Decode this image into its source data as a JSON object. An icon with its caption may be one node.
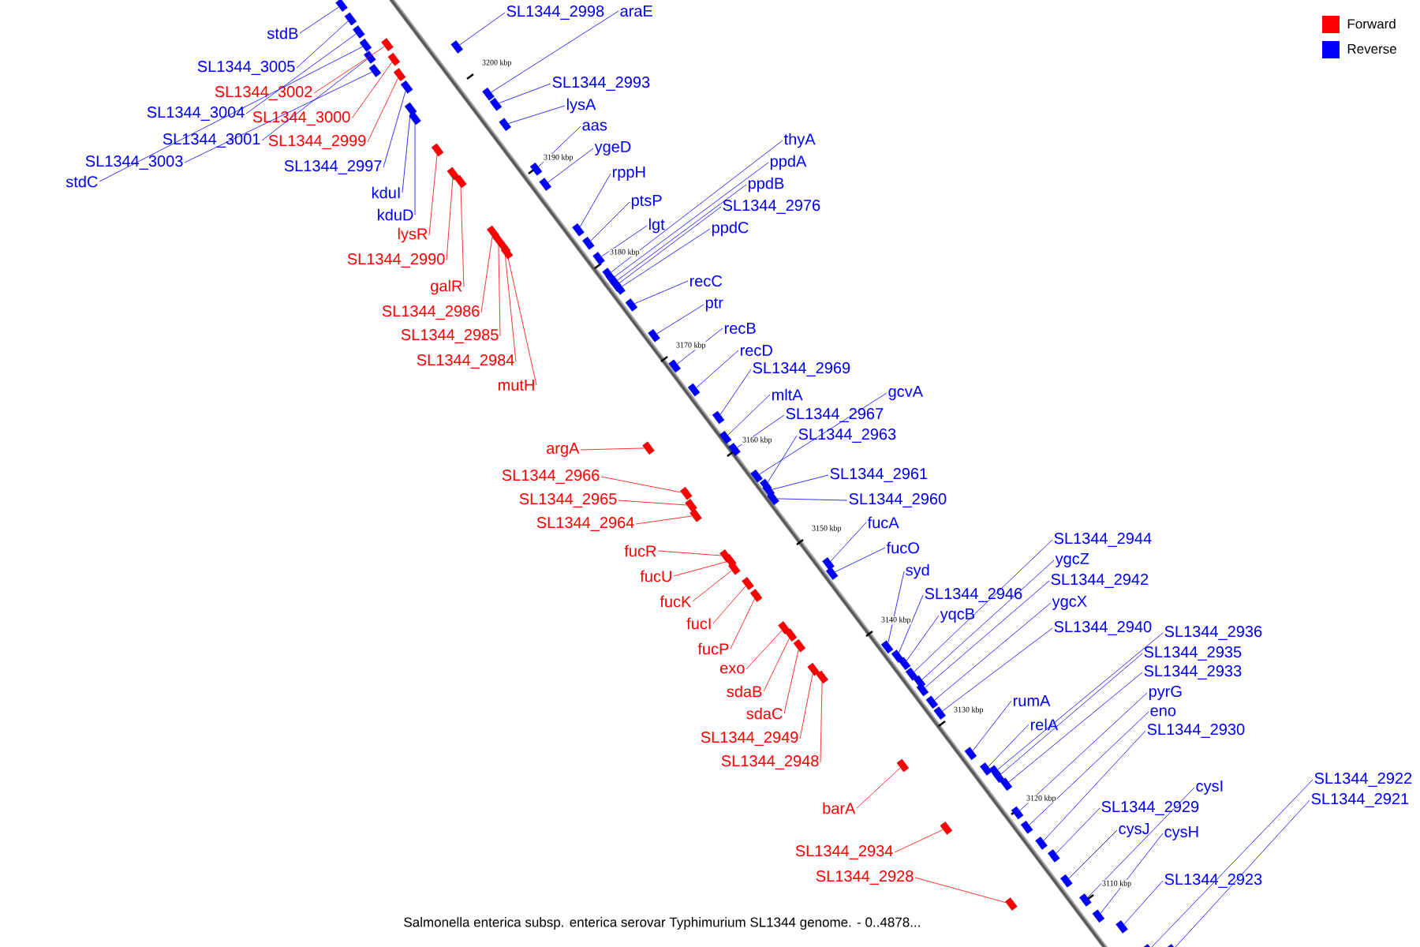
{
  "diagram": {
    "caption": "Salmonella enterica subsp. enterica serovar Typhimurium SL1344 genome. - 0..4878...",
    "nodes": [
      {
        "text": [
          "stdB"
        ]
      },
      {
        "text": [
          "SL1344_3005"
        ]
      },
      {
        "text": [
          "SL1344_3002"
        ]
      },
      {
        "text": [
          "SL1344_3004"
        ]
      },
      {
        "text": [
          "SL1344_3000"
        ]
      },
      {
        "text": [
          "SL1344_3001"
        ]
      },
      {
        "text": [
          "SL1344_2999"
        ]
      },
      {
        "text": [
          "SL1344_3003"
        ]
      },
      {
        "text": [
          "stdC"
        ]
      },
      {
        "text": [
          "SL1344_2997"
        ]
      },
      {
        "text": [
          "kduI"
        ]
      },
      {
        "text": [
          "kduD"
        ]
      },
      {
        "text": [
          "lysR"
        ]
      },
      {
        "text": [
          "SL1344_2990"
        ]
      },
      {
        "text": [
          "galR"
        ]
      },
      {
        "text": [
          "SL1344_2986"
        ]
      },
      {
        "text": [
          "SL1344_2985"
        ]
      },
      {
        "text": [
          "SL1344_2984"
        ]
      },
      {
        "text": [
          "mutH"
        ]
      },
      {
        "text": [
          "SL1344_2998"
        ]
      },
      {
        "text": [
          "araE"
        ]
      },
      {
        "text": [
          "SL1344_2993"
        ]
      },
      {
        "text": [
          "lysA"
        ]
      },
      {
        "text": [
          "aas"
        ]
      },
      {
        "text": [
          "ygeD"
        ]
      },
      {
        "text": [
          "rppH"
        ]
      },
      {
        "text": [
          "ptsP"
        ]
      },
      {
        "text": [
          "lgt"
        ]
      },
      {
        "text": [
          "thyA"
        ]
      },
      {
        "text": [
          "ppdA"
        ]
      },
      {
        "text": [
          "ppdB"
        ]
      },
      {
        "text": [
          "SL1344_2976"
        ]
      },
      {
        "text": [
          "ppdC"
        ]
      },
      {
        "text": [
          "recC"
        ]
      },
      {
        "text": [
          "ptr"
        ]
      },
      {
        "text": [
          "recB"
        ]
      },
      {
        "text": [
          "recD"
        ]
      },
      {
        "text": [
          "SL1344_2969"
        ]
      },
      {
        "text": [
          "mltA"
        ]
      },
      {
        "text": [
          "gcvA"
        ]
      },
      {
        "text": [
          "SL1344_2967"
        ]
      },
      {
        "text": [
          "SL1344_2963"
        ]
      },
      {
        "text": [
          "SL1344_2961"
        ]
      },
      {
        "text": [
          "SL1344_2960"
        ]
      },
      {
        "text": [
          "fucA"
        ]
      },
      {
        "text": [
          "fucO"
        ]
      },
      {
        "text": [
          "argA"
        ]
      },
      {
        "text": [
          "SL1344_2966"
        ]
      },
      {
        "text": [
          "SL1344_2965"
        ]
      },
      {
        "text": [
          "SL1344_2964"
        ]
      },
      {
        "text": [
          "fucR"
        ]
      },
      {
        "text": [
          "fucU"
        ]
      },
      {
        "text": [
          "fucK"
        ]
      },
      {
        "text": [
          "fucI"
        ]
      },
      {
        "text": [
          "fucP"
        ]
      },
      {
        "text": [
          "exo"
        ]
      },
      {
        "text": [
          "sdaB"
        ]
      },
      {
        "text": [
          "sdaC"
        ]
      },
      {
        "text": [
          "SL1344_2949"
        ]
      },
      {
        "text": [
          "SL1344_2948"
        ]
      },
      {
        "text": [
          "syd"
        ]
      },
      {
        "text": [
          "SL1344_2946"
        ]
      },
      {
        "text": [
          "yqcB"
        ]
      },
      {
        "text": [
          "SL1344_2944"
        ]
      },
      {
        "text": [
          "ygcZ"
        ]
      },
      {
        "text": [
          "SL1344_2942"
        ]
      },
      {
        "text": [
          "ygcX"
        ]
      },
      {
        "text": [
          "SL1344_2940"
        ]
      },
      {
        "text": [
          "rumA"
        ]
      },
      {
        "text": [
          "relA"
        ]
      },
      {
        "text": [
          "SL1344_2936"
        ]
      },
      {
        "text": [
          "SL1344_2935"
        ]
      },
      {
        "text": [
          "SL1344_2933"
        ]
      },
      {
        "text": [
          "pyrG"
        ]
      },
      {
        "text": [
          "eno"
        ]
      },
      {
        "text": [
          "SL1344_2930"
        ]
      },
      {
        "text": [
          "barA"
        ]
      },
      {
        "text": [
          "SL1344_2934"
        ]
      },
      {
        "text": [
          "SL1344_2928"
        ]
      },
      {
        "text": [
          "SL1344_2929"
        ]
      },
      {
        "text": [
          "cysI"
        ]
      },
      {
        "text": [
          "cysJ"
        ]
      },
      {
        "text": [
          "cysH"
        ]
      },
      {
        "text": [
          "SL1344_2923"
        ]
      },
      {
        "text": [
          "SL1344_2922"
        ]
      },
      {
        "text": [
          "SL1344_2921"
        ]
      },
      {
        "text": [],
        "shape": "box"
      },
      {
        "text": [],
        "shape": "box"
      },
      {
        "text": [],
        "shape": "box"
      },
      {
        "text": [],
        "shape": "box"
      },
      {
        "text": [],
        "shape": "box"
      },
      {
        "text": [],
        "shape": "box"
      },
      {
        "text": [],
        "shape": "box"
      },
      {
        "text": [],
        "shape": "box"
      },
      {
        "text": [],
        "shape": "box"
      },
      {
        "text": [],
        "shape": "box"
      },
      {
        "text": [],
        "shape": "box"
      },
      {
        "text": [],
        "shape": "box"
      },
      {
        "text": [],
        "shape": "box"
      },
      {
        "text": [],
        "shape": "box"
      },
      {
        "text": [],
        "shape": "box"
      },
      {
        "text": [],
        "shape": "box"
      },
      {
        "text": [],
        "shape": "box"
      },
      {
        "text": [],
        "shape": "box"
      },
      {
        "text": [],
        "shape": "box"
      },
      {
        "text": [],
        "shape": "box"
      },
      {
        "text": [],
        "shape": "box"
      },
      {
        "text": [],
        "shape": "box"
      },
      {
        "text": [],
        "shape": "box"
      },
      {
        "text": [],
        "shape": "box"
      },
      {
        "text": [],
        "shape": "box"
      },
      {
        "text": [],
        "shape": "box"
      },
      {
        "text": [],
        "shape": "box"
      },
      {
        "text": [],
        "shape": "box"
      },
      {
        "text": [],
        "shape": "box"
      },
      {
        "text": [],
        "shape": "box"
      },
      {
        "text": [],
        "shape": "box"
      },
      {
        "text": [],
        "shape": "box"
      },
      {
        "text": [],
        "shape": "box"
      },
      {
        "text": [],
        "shape": "box"
      },
      {
        "text": [],
        "shape": "box"
      },
      {
        "text": [],
        "shape": "box"
      },
      {
        "text": [],
        "shape": "box"
      },
      {
        "text": [],
        "shape": "box"
      },
      {
        "text": [],
        "shape": "box"
      },
      {
        "text": [],
        "shape": "box"
      },
      {
        "text": [],
        "shape": "box"
      },
      {
        "text": [],
        "shape": "box"
      },
      {
        "text": [],
        "shape": "box"
      },
      {
        "text": [],
        "shape": "box"
      },
      {
        "text": [],
        "shape": "box"
      },
      {
        "text": [],
        "shape": "box"
      },
      {
        "text": [],
        "shape": "box"
      },
      {
        "text": [],
        "shape": "box"
      },
      {
        "text": [],
        "shape": "box"
      },
      {
        "text": [],
        "shape": "box"
      },
      {
        "text": [],
        "shape": "box"
      },
      {
        "text": [],
        "shape": "box"
      },
      {
        "text": [],
        "shape": "box"
      },
      {
        "text": [],
        "shape": "box"
      },
      {
        "text": [],
        "shape": "box"
      },
      {
        "text": [],
        "shape": "box"
      },
      {
        "text": [],
        "shape": "box"
      },
      {
        "text": [],
        "shape": "box"
      },
      {
        "text": [],
        "shape": "box"
      },
      {
        "text": [],
        "shape": "box"
      },
      {
        "text": [],
        "shape": "box"
      },
      {
        "text": [],
        "shape": "box"
      },
      {
        "text": [],
        "shape": "box"
      },
      {
        "text": [],
        "shape": "box"
      },
      {
        "text": [],
        "shape": "box"
      },
      {
        "text": [],
        "shape": "box"
      },
      {
        "text": [],
        "shape": "box"
      },
      {
        "text": [],
        "shape": "box"
      },
      {
        "text": [],
        "shape": "box"
      },
      {
        "text": [],
        "shape": "box"
      },
      {
        "text": [],
        "shape": "box"
      },
      {
        "text": [],
        "shape": "box"
      },
      {
        "text": [],
        "shape": "box"
      },
      {
        "text": [],
        "shape": "box"
      },
      {
        "text": [],
        "shape": "box"
      },
      {
        "text": [],
        "shape": "box"
      },
      {
        "text": [],
        "shape": "box"
      },
      {
        "text": [],
        "shape": "box"
      },
      {
        "text": [],
        "shape": "box"
      },
      {
        "text": [],
        "shape": "box"
      },
      {
        "text": [],
        "shape": "box"
      },
      {
        "text": [],
        "shape": "box"
      },
      {
        "text": [],
        "shape": "box"
      },
      {
        "text": [],
        "shape": "box"
      },
      {
        "text": [],
        "shape": "box"
      },
      {
        "text": [],
        "shape": "box"
      }
    ],
    "edges": [
      {
        "from": 0,
        "to": 86,
        "arrow": "none"
      },
      {
        "from": 1,
        "to": 87,
        "arrow": "none"
      },
      {
        "from": 2,
        "to": 88,
        "arrow": "none",
        "color": "#ff0000"
      },
      {
        "from": 3,
        "to": 89,
        "arrow": "none"
      },
      {
        "from": 4,
        "to": 90,
        "arrow": "none",
        "color": "#ff0000"
      },
      {
        "from": 5,
        "to": 91,
        "arrow": "none"
      },
      {
        "from": 6,
        "to": 92,
        "arrow": "none",
        "color": "#ff0000"
      },
      {
        "from": 7,
        "to": 93,
        "arrow": "none"
      },
      {
        "from": 8,
        "to": 94,
        "arrow": "none"
      },
      {
        "from": 9,
        "to": 95,
        "arrow": "none"
      },
      {
        "from": 10,
        "to": 96,
        "arrow": "none"
      },
      {
        "from": 11,
        "to": 97,
        "arrow": "none"
      },
      {
        "from": 12,
        "to": 98,
        "arrow": "none",
        "color": "#ff0000"
      },
      {
        "from": 13,
        "to": 99,
        "arrow": "none",
        "color": "#ff0000"
      },
      {
        "from": 14,
        "to": 100,
        "arrow": "none",
        "color": "#ff0000"
      },
      {
        "from": 15,
        "to": 101,
        "arrow": "none",
        "color": "#ff0000"
      },
      {
        "from": 16,
        "to": 102,
        "arrow": "none",
        "color": "#ff0000"
      },
      {
        "from": 17,
        "to": 103,
        "arrow": "none",
        "color": "#ff0000"
      },
      {
        "from": 18,
        "to": 104,
        "arrow": "none",
        "color": "#ff0000"
      },
      {
        "from": 19,
        "to": 105,
        "arrow": "none"
      },
      {
        "from": 20,
        "to": 106,
        "arrow": "none"
      },
      {
        "from": 21,
        "to": 107,
        "arrow": "none"
      },
      {
        "from": 22,
        "to": 108,
        "arrow": "none"
      },
      {
        "from": 23,
        "to": 109,
        "arrow": "none"
      },
      {
        "from": 24,
        "to": 110,
        "arrow": "none"
      },
      {
        "from": 25,
        "to": 111,
        "arrow": "none"
      },
      {
        "from": 26,
        "to": 112,
        "arrow": "none"
      },
      {
        "from": 27,
        "to": 113,
        "arrow": "none"
      },
      {
        "from": 28,
        "to": 114,
        "arrow": "none"
      },
      {
        "from": 29,
        "to": 115,
        "arrow": "none"
      },
      {
        "from": 30,
        "to": 116,
        "arrow": "none"
      },
      {
        "from": 31,
        "to": 117,
        "arrow": "none"
      },
      {
        "from": 32,
        "to": 118,
        "arrow": "none"
      },
      {
        "from": 33,
        "to": 119,
        "arrow": "none"
      },
      {
        "from": 34,
        "to": 120,
        "arrow": "none"
      },
      {
        "from": 35,
        "to": 121,
        "arrow": "none"
      },
      {
        "from": 36,
        "to": 122,
        "arrow": "none"
      },
      {
        "from": 37,
        "to": 123,
        "arrow": "none"
      },
      {
        "from": 38,
        "to": 124,
        "arrow": "none"
      },
      {
        "from": 39,
        "to": 125,
        "arrow": "none"
      },
      {
        "from": 40,
        "to": 126,
        "arrow": "none"
      },
      {
        "from": 41,
        "to": 127,
        "arrow": "none"
      },
      {
        "from": 42,
        "to": 128,
        "arrow": "none"
      },
      {
        "from": 43,
        "to": 129,
        "arrow": "none"
      },
      {
        "from": 44,
        "to": 130,
        "arrow": "none"
      },
      {
        "from": 45,
        "to": 131,
        "arrow": "none"
      },
      {
        "from": 46,
        "to": 132,
        "arrow": "none",
        "color": "#ff0000"
      },
      {
        "from": 47,
        "to": 133,
        "arrow": "none",
        "color": "#ff0000"
      },
      {
        "from": 48,
        "to": 134,
        "arrow": "none",
        "color": "#ff0000"
      },
      {
        "from": 49,
        "to": 135,
        "arrow": "none",
        "color": "#ff0000"
      },
      {
        "from": 50,
        "to": 136,
        "arrow": "none",
        "color": "#ff0000"
      },
      {
        "from": 51,
        "to": 137,
        "arrow": "none",
        "color": "#ff0000"
      },
      {
        "from": 52,
        "to": 138,
        "arrow": "none",
        "color": "#ff0000"
      },
      {
        "from": 53,
        "to": 139,
        "arrow": "none",
        "color": "#ff0000"
      },
      {
        "from": 54,
        "to": 140,
        "arrow": "none",
        "color": "#ff0000"
      },
      {
        "from": 55,
        "to": 141,
        "arrow": "none",
        "color": "#ff0000"
      },
      {
        "from": 56,
        "to": 142,
        "arrow": "none",
        "color": "#ff0000"
      },
      {
        "from": 57,
        "to": 143,
        "arrow": "none",
        "color": "#ff0000"
      },
      {
        "from": 58,
        "to": 144,
        "arrow": "none",
        "color": "#ff0000"
      },
      {
        "from": 59,
        "to": 145,
        "arrow": "none",
        "color": "#ff0000"
      },
      {
        "from": 60,
        "to": 146,
        "arrow": "none"
      },
      {
        "from": 61,
        "to": 147,
        "arrow": "none"
      },
      {
        "from": 62,
        "to": 148,
        "arrow": "none"
      },
      {
        "from": 63,
        "to": 149,
        "arrow": "none"
      },
      {
        "from": 64,
        "to": 150,
        "arrow": "none"
      },
      {
        "from": 65,
        "to": 151,
        "arrow": "none"
      },
      {
        "from": 66,
        "to": 152,
        "arrow": "none"
      },
      {
        "from": 67,
        "to": 153,
        "arrow": "none"
      },
      {
        "from": 68,
        "to": 154,
        "arrow": "none"
      },
      {
        "from": 69,
        "to": 155,
        "arrow": "none"
      },
      {
        "from": 70,
        "to": 156,
        "arrow": "none"
      },
      {
        "from": 71,
        "to": 157,
        "arrow": "none"
      },
      {
        "from": 72,
        "to": 158,
        "arrow": "none"
      },
      {
        "from": 73,
        "to": 159,
        "arrow": "none"
      },
      {
        "from": 74,
        "to": 160,
        "arrow": "none"
      },
      {
        "from": 75,
        "to": 161,
        "arrow": "none"
      },
      {
        "from": 76,
        "to": 162,
        "arrow": "none",
        "color": "#ff0000"
      },
      {
        "from": 77,
        "to": 163,
        "arrow": "none",
        "color": "#ff0000"
      },
      {
        "from": 78,
        "to": 164,
        "arrow": "none",
        "color": "#ff0000"
      },
      {
        "from": 79,
        "to": 165,
        "arrow": "none"
      },
      {
        "from": 80,
        "to": 166,
        "arrow": "none"
      },
      {
        "from": 81,
        "to": 167,
        "arrow": "none"
      },
      {
        "from": 82,
        "to": 168,
        "arrow": "none"
      },
      {
        "from": 83,
        "to": 169,
        "arrow": "none"
      },
      {
        "from": 84,
        "to": 170,
        "arrow": "none"
      },
      {
        "from": 85,
        "to": 171,
        "arrow": "none"
      }
    ],
    "labels": [
      "3200 kbp",
      "3190 kbp",
      "3180 kbp",
      "3170 kbp",
      "3160 kbp",
      "3150 kbp",
      "3140 kbp",
      "3130 kbp",
      "3120 kbp",
      "3110 kbp"
    ],
    "legend": [
      {
        "text": "Forward",
        "color": "#ff0000"
      },
      {
        "text": "Reverse",
        "color": "#0000ff"
      }
    ]
  }
}
